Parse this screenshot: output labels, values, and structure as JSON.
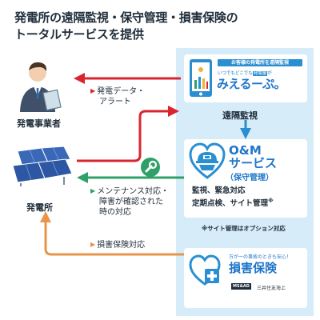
{
  "title": {
    "line1": "発電所の遠隔監視・保守管理・損害保険の",
    "line2": "トータルサービスを提供"
  },
  "left": {
    "operator_label": "発電事業者",
    "plant_label": "発電所"
  },
  "flows": {
    "data_alert": [
      "発電データ・",
      "アラート"
    ],
    "maintenance": [
      "メンテナンス対応・",
      "障害が確認された",
      "時の対応"
    ],
    "insurance": "損害保険対応"
  },
  "services": {
    "monitoring": {
      "banner": "お客様の発電所を遠隔監視",
      "tagline_prefix": "いつでもどこでも",
      "tagline_highlight": "発電量",
      "tagline_suffix": "が",
      "brand": "みえるーぷ。",
      "label": "遠隔監視"
    },
    "om": {
      "title": "O&M",
      "subtitle": "サービス",
      "paren": "（保守管理）",
      "desc_line1": "監視、緊急対応",
      "desc_line2": "定期点検、サイト管理",
      "desc_mark": "※",
      "note": "※サイト管理はオプション対応"
    },
    "insurance": {
      "tagline": "万が一の事故のときも安心！",
      "name": "損害保険",
      "company_logo": "MS&AD",
      "company": "三井住友海上"
    }
  },
  "colors": {
    "panel_bg": "#d6ecf8",
    "brand_blue": "#1e76c8",
    "arrow_red": "#d9262e",
    "arrow_green": "#2ea068",
    "arrow_blue": "#2a8fd0",
    "arrow_orange": "#e8954a"
  }
}
